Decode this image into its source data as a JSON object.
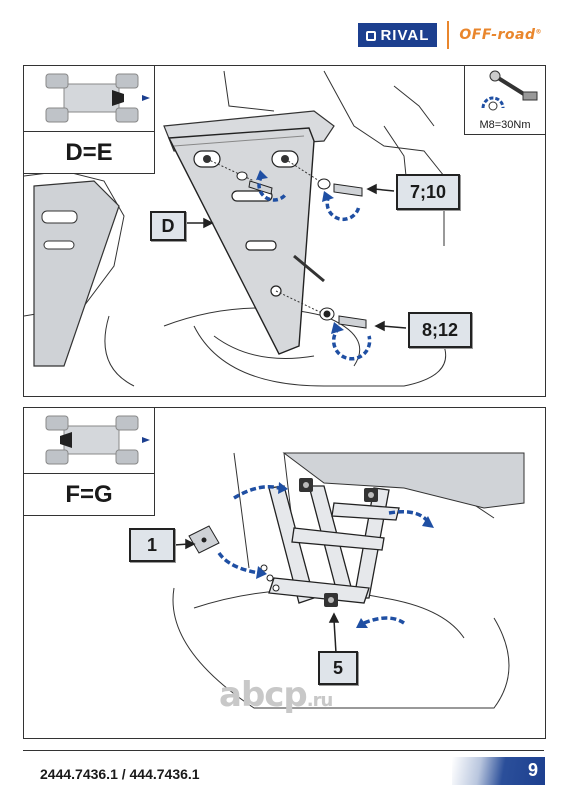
{
  "brand": {
    "name": "RIVAL",
    "tagline": "OFF-road",
    "tagline_mark": "®"
  },
  "step_top": {
    "view_label": "D=E",
    "part_callout": "D",
    "callouts": [
      "7;10",
      "8;12"
    ],
    "torque": "M8=30Nm"
  },
  "step_bottom": {
    "view_label": "F=G",
    "callouts": [
      "1",
      "5"
    ]
  },
  "watermark": {
    "main": "abcp",
    "suffix": ".ru"
  },
  "footer": {
    "code": "2444.7436.1 / 444.7436.1",
    "page": "9"
  },
  "colors": {
    "brand_blue": "#1c3f8f",
    "accent_orange": "#e9862c",
    "arrow_blue": "#1f4fa3",
    "callout_fill": "#dfe4ea",
    "plate_fill": "#d6d8db"
  }
}
